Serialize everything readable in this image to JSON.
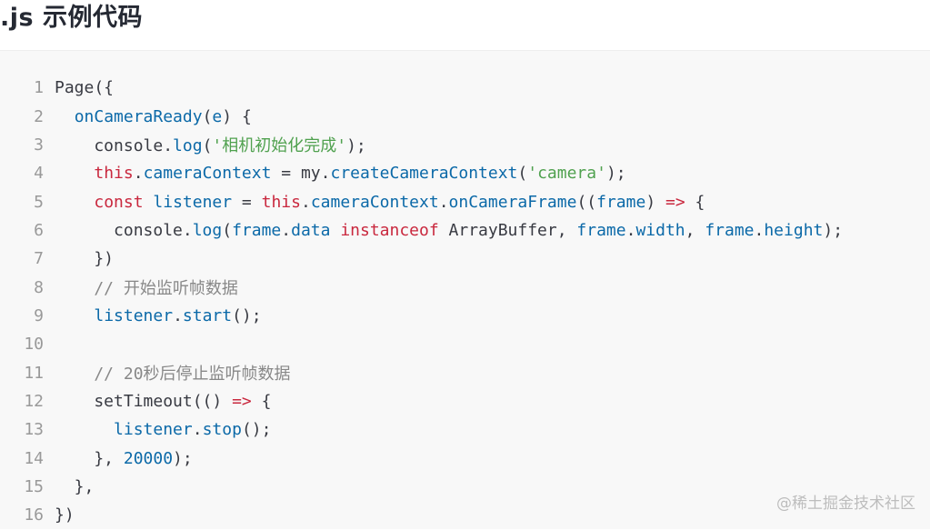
{
  "header": {
    "title": ".js 示例代码"
  },
  "code": {
    "lines": [
      {
        "num": "1",
        "tokens": [
          {
            "t": "Page({",
            "c": ""
          }
        ]
      },
      {
        "num": "2",
        "tokens": [
          {
            "t": "  ",
            "c": ""
          },
          {
            "t": "onCameraReady",
            "c": "blue"
          },
          {
            "t": "(",
            "c": ""
          },
          {
            "t": "e",
            "c": "blue"
          },
          {
            "t": ") {",
            "c": ""
          }
        ]
      },
      {
        "num": "3",
        "tokens": [
          {
            "t": "    console.",
            "c": ""
          },
          {
            "t": "log",
            "c": "blue"
          },
          {
            "t": "(",
            "c": ""
          },
          {
            "t": "'相机初始化完成'",
            "c": "green"
          },
          {
            "t": ");",
            "c": ""
          }
        ]
      },
      {
        "num": "4",
        "tokens": [
          {
            "t": "    ",
            "c": ""
          },
          {
            "t": "this",
            "c": "red"
          },
          {
            "t": ".",
            "c": ""
          },
          {
            "t": "cameraContext",
            "c": "blue"
          },
          {
            "t": " = my.",
            "c": ""
          },
          {
            "t": "createCameraContext",
            "c": "blue"
          },
          {
            "t": "(",
            "c": ""
          },
          {
            "t": "'camera'",
            "c": "green"
          },
          {
            "t": ");",
            "c": ""
          }
        ]
      },
      {
        "num": "5",
        "tokens": [
          {
            "t": "    ",
            "c": ""
          },
          {
            "t": "const",
            "c": "red"
          },
          {
            "t": " ",
            "c": ""
          },
          {
            "t": "listener",
            "c": "blue"
          },
          {
            "t": " = ",
            "c": ""
          },
          {
            "t": "this",
            "c": "red"
          },
          {
            "t": ".",
            "c": ""
          },
          {
            "t": "cameraContext",
            "c": "blue"
          },
          {
            "t": ".",
            "c": ""
          },
          {
            "t": "onCameraFrame",
            "c": "blue"
          },
          {
            "t": "((",
            "c": ""
          },
          {
            "t": "frame",
            "c": "blue"
          },
          {
            "t": ") ",
            "c": ""
          },
          {
            "t": "=>",
            "c": "red"
          },
          {
            "t": " {",
            "c": ""
          }
        ]
      },
      {
        "num": "6",
        "tokens": [
          {
            "t": "      console.",
            "c": ""
          },
          {
            "t": "log",
            "c": "blue"
          },
          {
            "t": "(",
            "c": ""
          },
          {
            "t": "frame",
            "c": "blue"
          },
          {
            "t": ".",
            "c": ""
          },
          {
            "t": "data",
            "c": "blue"
          },
          {
            "t": " ",
            "c": ""
          },
          {
            "t": "instanceof",
            "c": "red"
          },
          {
            "t": " ArrayBuffer, ",
            "c": ""
          },
          {
            "t": "frame",
            "c": "blue"
          },
          {
            "t": ".",
            "c": ""
          },
          {
            "t": "width",
            "c": "blue"
          },
          {
            "t": ", ",
            "c": ""
          },
          {
            "t": "frame",
            "c": "blue"
          },
          {
            "t": ".",
            "c": ""
          },
          {
            "t": "height",
            "c": "blue"
          },
          {
            "t": ");",
            "c": ""
          }
        ]
      },
      {
        "num": "7",
        "tokens": [
          {
            "t": "    })",
            "c": ""
          }
        ]
      },
      {
        "num": "8",
        "tokens": [
          {
            "t": "    // 开始监听帧数据",
            "c": "gray"
          }
        ]
      },
      {
        "num": "9",
        "tokens": [
          {
            "t": "    ",
            "c": ""
          },
          {
            "t": "listener",
            "c": "blue"
          },
          {
            "t": ".",
            "c": ""
          },
          {
            "t": "start",
            "c": "blue"
          },
          {
            "t": "();",
            "c": ""
          }
        ]
      },
      {
        "num": "10",
        "tokens": [
          {
            "t": " ",
            "c": ""
          }
        ]
      },
      {
        "num": "11",
        "tokens": [
          {
            "t": "    // 20秒后停止监听帧数据",
            "c": "gray"
          }
        ]
      },
      {
        "num": "12",
        "tokens": [
          {
            "t": "    setTimeout(() ",
            "c": ""
          },
          {
            "t": "=>",
            "c": "red"
          },
          {
            "t": " {",
            "c": ""
          }
        ]
      },
      {
        "num": "13",
        "tokens": [
          {
            "t": "      ",
            "c": ""
          },
          {
            "t": "listener",
            "c": "blue"
          },
          {
            "t": ".",
            "c": ""
          },
          {
            "t": "stop",
            "c": "blue"
          },
          {
            "t": "();",
            "c": ""
          }
        ]
      },
      {
        "num": "14",
        "tokens": [
          {
            "t": "    }, ",
            "c": ""
          },
          {
            "t": "20000",
            "c": "blue"
          },
          {
            "t": ");",
            "c": ""
          }
        ]
      },
      {
        "num": "15",
        "tokens": [
          {
            "t": "  },",
            "c": ""
          }
        ]
      },
      {
        "num": "16",
        "tokens": [
          {
            "t": "})",
            "c": ""
          }
        ]
      }
    ]
  },
  "watermark": {
    "text": "@稀土掘金技术社区"
  },
  "colors": {
    "blue": "#0b69a8",
    "red": "#c9283e",
    "green": "#50a14f",
    "gray": "#888888",
    "line_number": "#999999",
    "code_bg": "#f8f8f8"
  }
}
